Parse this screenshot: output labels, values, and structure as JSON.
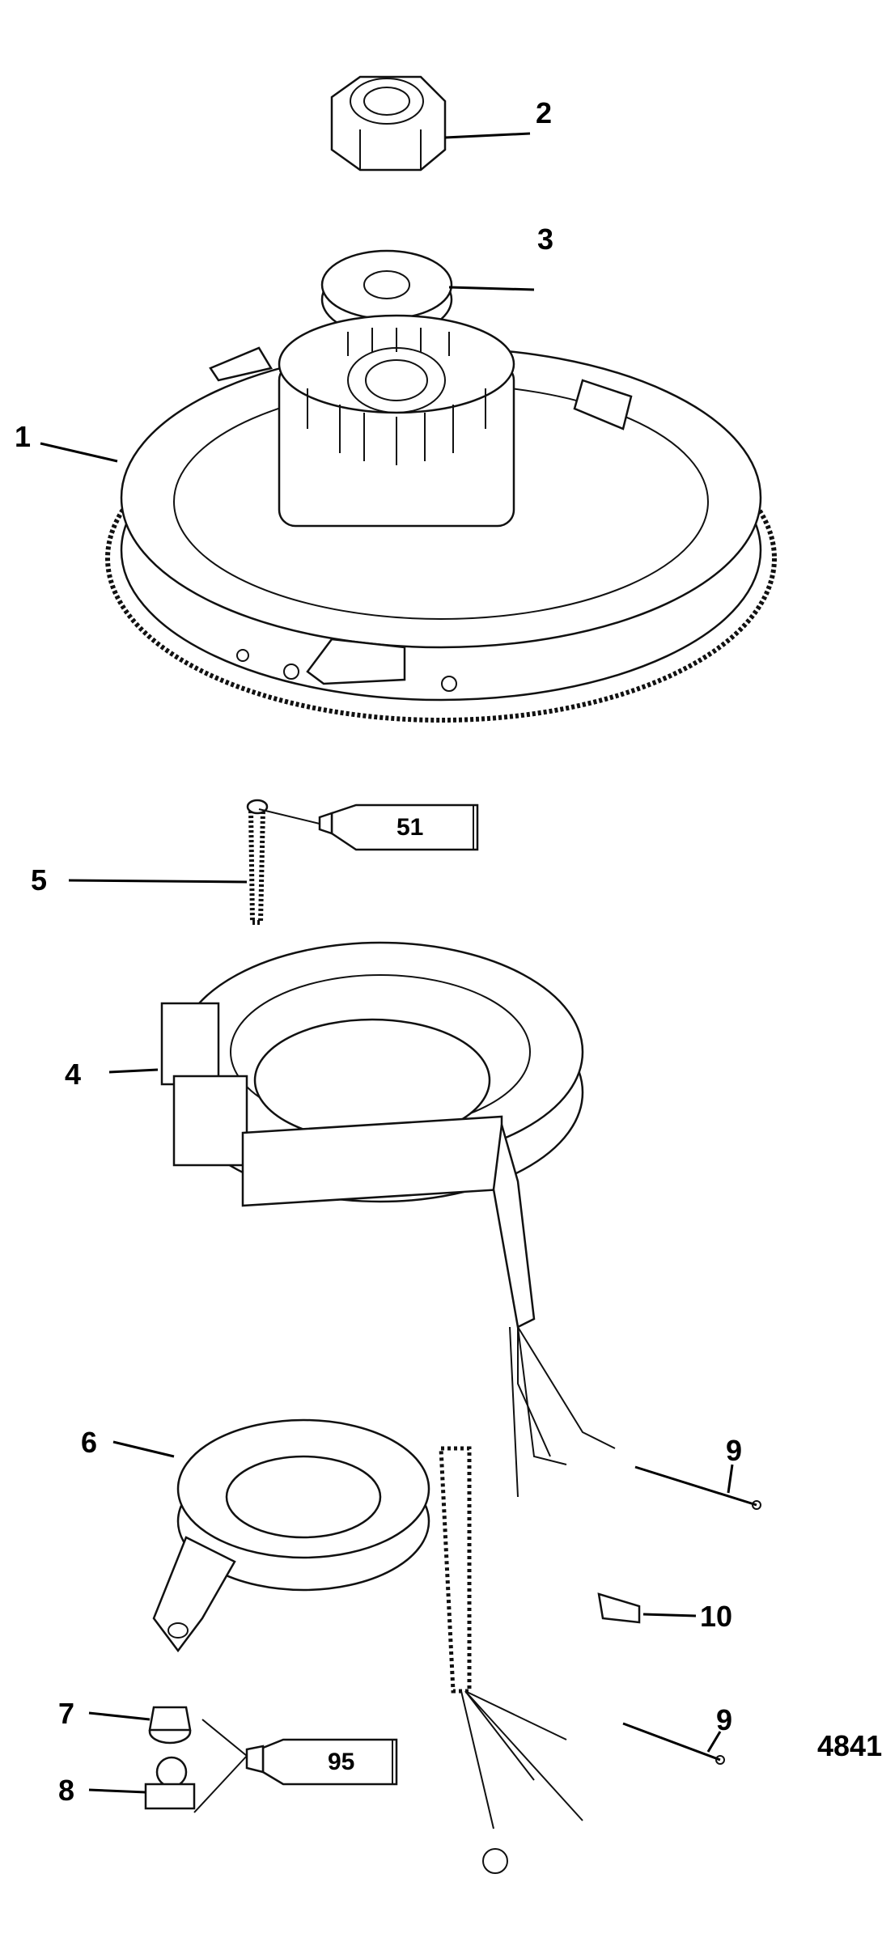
{
  "diagram": {
    "callouts": [
      {
        "number": "1",
        "part": "flywheel"
      },
      {
        "number": "2",
        "part": "nut"
      },
      {
        "number": "3",
        "part": "washer"
      },
      {
        "number": "4",
        "part": "stator"
      },
      {
        "number": "5",
        "part": "screw"
      },
      {
        "number": "6",
        "part": "trigger"
      },
      {
        "number": "7",
        "part": "bushing"
      },
      {
        "number": "8",
        "part": "clamp"
      },
      {
        "number": "9",
        "part": "cable-tie"
      },
      {
        "number": "10",
        "part": "connector"
      }
    ],
    "callout_9_second": "9",
    "tubes": [
      "51",
      "95"
    ],
    "figure_number": "4841"
  }
}
